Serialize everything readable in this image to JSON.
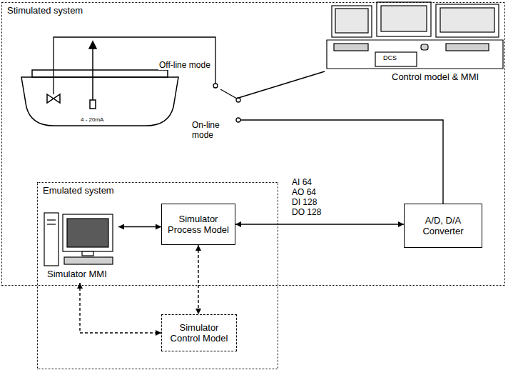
{
  "diagram": {
    "nodes": [
      {
        "text": [
          "Stimulated system"
        ]
      },
      {
        "text": [
          "DCS",
          "Control model & MMI"
        ],
        "in": 0
      },
      {
        "text": [
          "Emulated system"
        ]
      },
      {
        "text": [
          "Simulator MMI"
        ],
        "in": 2
      },
      {
        "text": [
          "Simulator Process Model"
        ],
        "in": 2
      },
      {
        "text": [
          "Simulator Control Model"
        ],
        "in": 2
      },
      {
        "text": [
          "A/D, D/A Converter"
        ],
        "in": 0
      }
    ],
    "edges": [
      {
        "from": 4,
        "to": 3,
        "arrow": "both"
      },
      {
        "from": 4,
        "to": 6,
        "arrow": "both"
      },
      {
        "from": 4,
        "to": 5,
        "arrow": "both"
      },
      {
        "from": 3,
        "to": 5,
        "arrow": "both"
      },
      {
        "from": 1,
        "to": 6,
        "arrow": "none"
      }
    ],
    "labels": [
      "4 - 20mA",
      "Off-line mode",
      "On-line mode",
      "AI 64",
      "AO 64",
      "DI 128",
      "DO 128"
    ]
  }
}
